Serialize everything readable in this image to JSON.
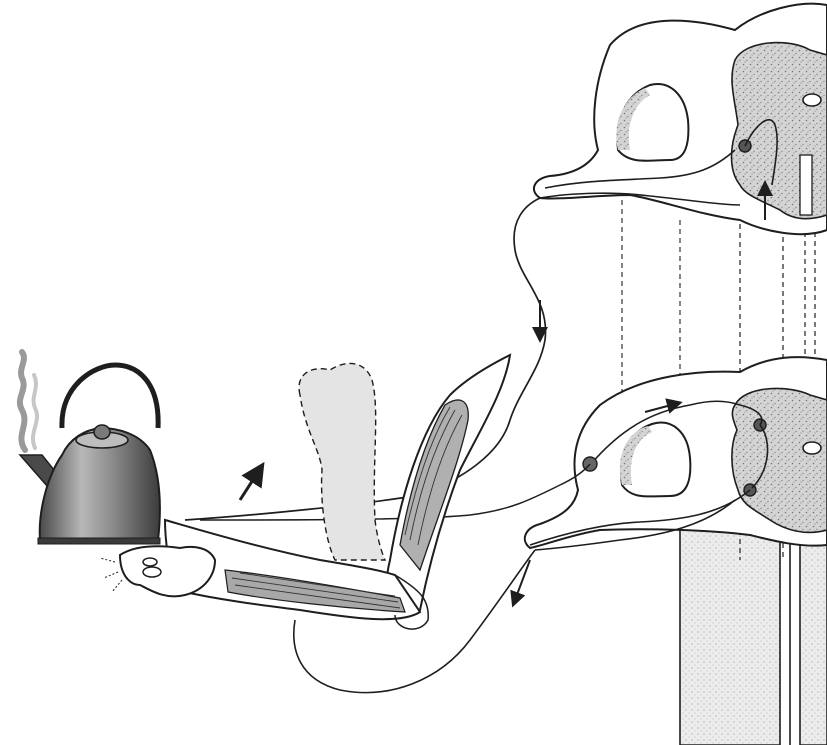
{
  "figure": {
    "subject": "reflex-arc",
    "panels": [
      "spinal-cord-upper-segment",
      "spinal-cord-lower-segment",
      "arm-and-kettle"
    ]
  },
  "colors": {
    "ink": "#1e1e1e",
    "grey_matter": "#c9c9c9",
    "stipple": "#8a8a8a",
    "kettle_body": "#8d8d8d",
    "kettle_shadow": "#5a5a5a",
    "ghost_arm": "#e2e2e2",
    "background": "#ffffff"
  },
  "icons": {
    "kettle": "kettle-icon",
    "steam": "steam-icon",
    "hand": "hand-icon",
    "arrows": "arrow-icon"
  },
  "text": {}
}
